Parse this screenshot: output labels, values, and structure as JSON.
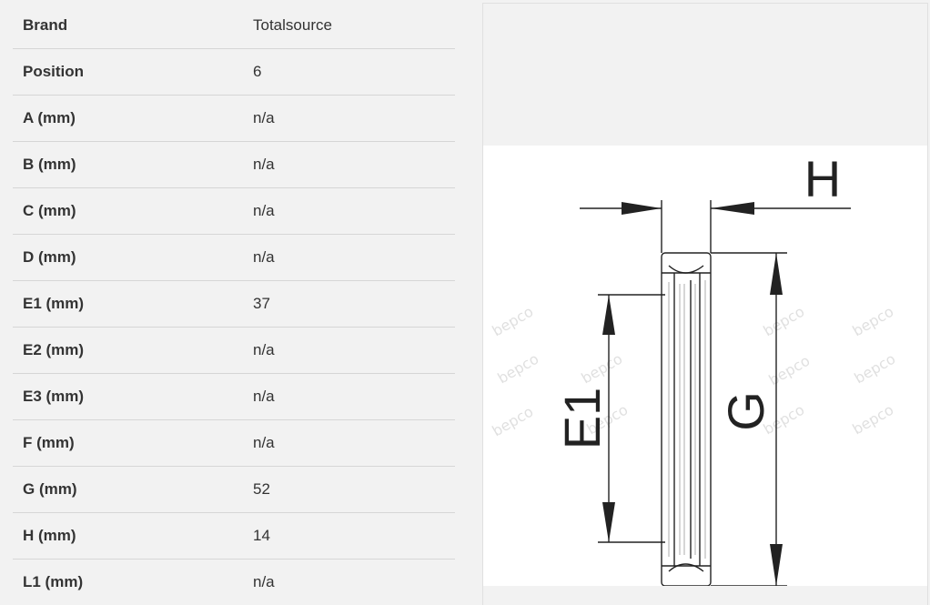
{
  "spec": {
    "rows": [
      {
        "key": "Brand",
        "value": "Totalsource"
      },
      {
        "key": "Position",
        "value": "6"
      },
      {
        "key": "A (mm)",
        "value": "n/a"
      },
      {
        "key": "B (mm)",
        "value": "n/a"
      },
      {
        "key": "C (mm)",
        "value": "n/a"
      },
      {
        "key": "D (mm)",
        "value": "n/a"
      },
      {
        "key": "E1 (mm)",
        "value": "37"
      },
      {
        "key": "E2 (mm)",
        "value": "n/a"
      },
      {
        "key": "E3 (mm)",
        "value": "n/a"
      },
      {
        "key": "F (mm)",
        "value": "n/a"
      },
      {
        "key": "G (mm)",
        "value": "52"
      },
      {
        "key": "H (mm)",
        "value": "14"
      },
      {
        "key": "L1 (mm)",
        "value": "n/a"
      }
    ]
  },
  "drawing": {
    "label_h": "H",
    "label_e1": "E1",
    "label_g": "G",
    "watermark": "bepco"
  }
}
